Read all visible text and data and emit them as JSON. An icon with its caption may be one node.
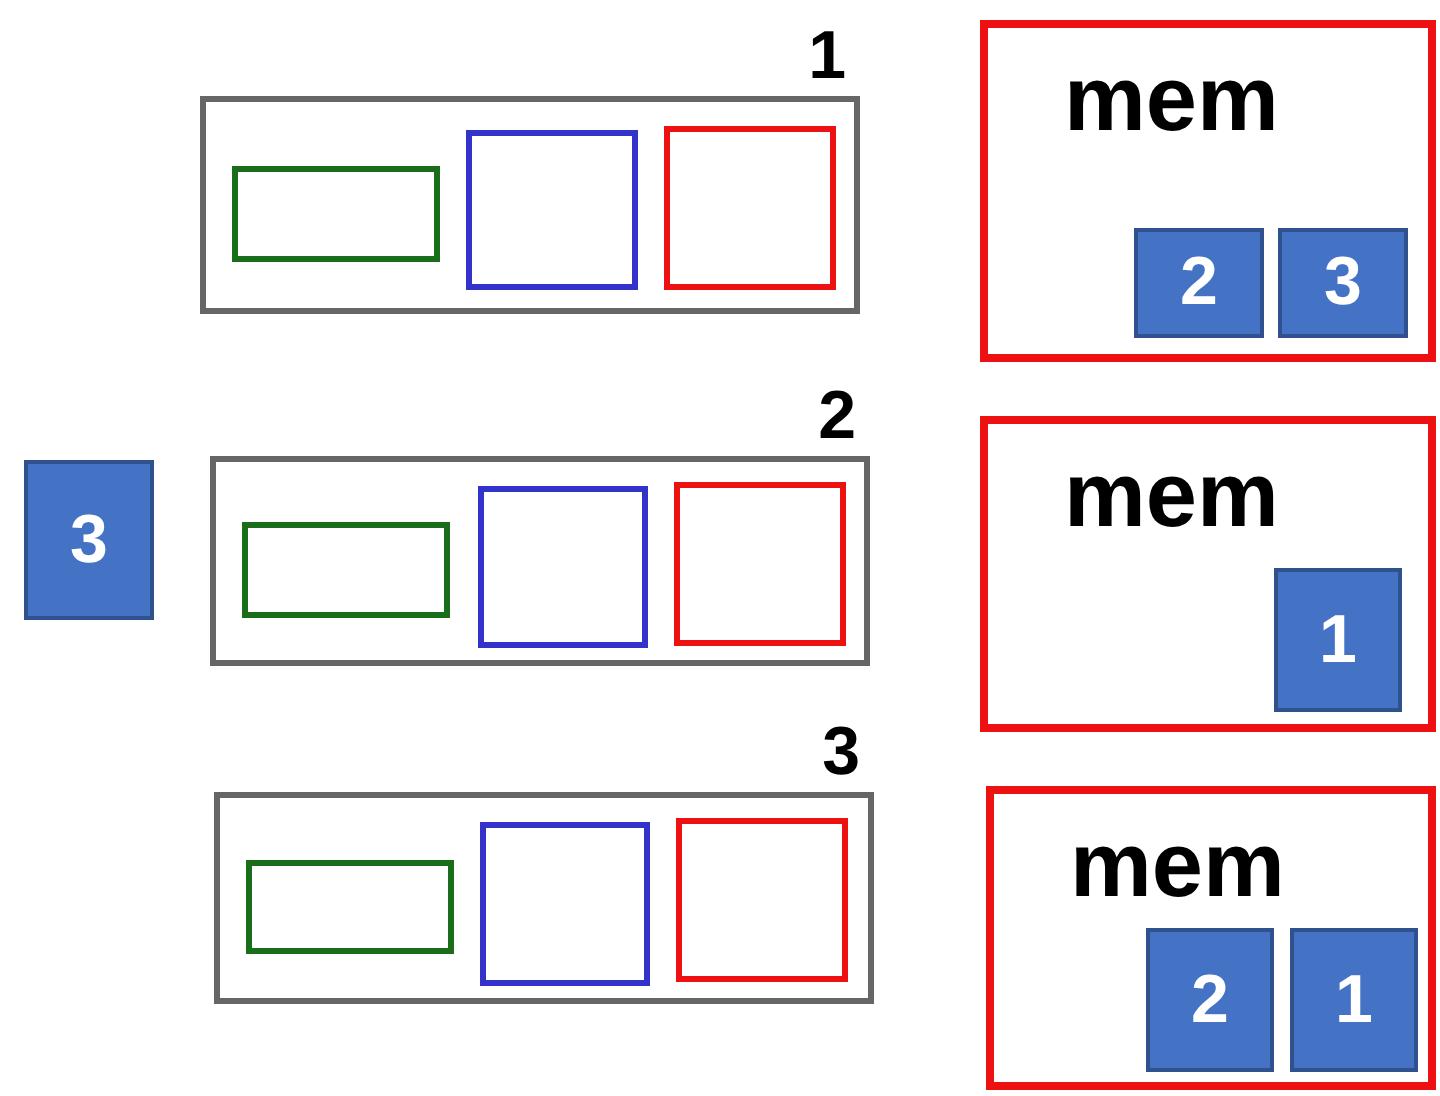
{
  "diagram": {
    "nodes": [
      {
        "text": [
          "1"
        ]
      },
      {
        "text": [],
        "shape": "box",
        "in": 0
      },
      {
        "text": [],
        "shape": "box",
        "in": 0
      },
      {
        "text": [],
        "shape": "box",
        "in": 0
      },
      {
        "text": [
          "mem"
        ]
      },
      {
        "text": [
          "2"
        ],
        "in": 4
      },
      {
        "text": [
          "3"
        ],
        "in": 4
      },
      {
        "text": [
          "3"
        ]
      },
      {
        "text": [
          "2"
        ]
      },
      {
        "text": [],
        "shape": "box",
        "in": 8
      },
      {
        "text": [],
        "shape": "box",
        "in": 8
      },
      {
        "text": [],
        "shape": "box",
        "in": 8
      },
      {
        "text": [
          "mem"
        ]
      },
      {
        "text": [
          "1"
        ],
        "in": 12
      },
      {
        "text": [
          "3"
        ]
      },
      {
        "text": [],
        "shape": "box",
        "in": 14
      },
      {
        "text": [],
        "shape": "box",
        "in": 14
      },
      {
        "text": [],
        "shape": "box",
        "in": 14
      },
      {
        "text": [
          "mem"
        ]
      },
      {
        "text": [
          "2"
        ],
        "in": 18
      },
      {
        "text": [
          "1"
        ],
        "in": 18
      }
    ]
  }
}
